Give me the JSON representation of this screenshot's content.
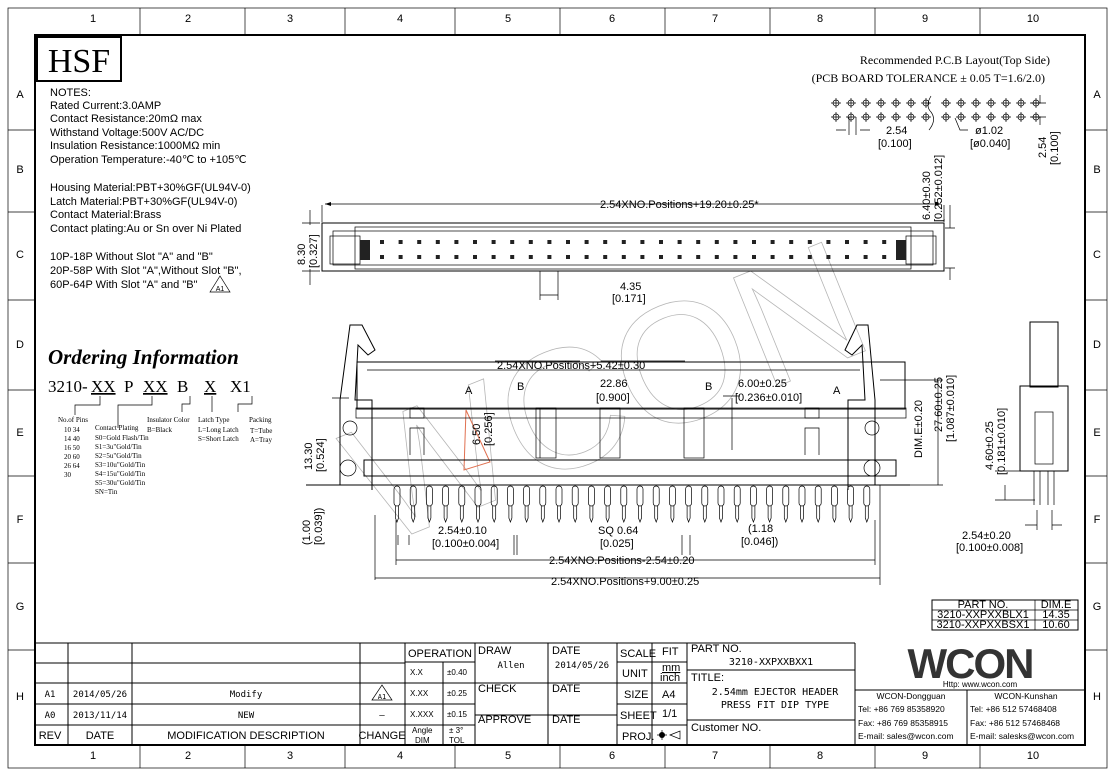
{
  "frame": {
    "columns": [
      "1",
      "2",
      "3",
      "4",
      "5",
      "6",
      "7",
      "8",
      "9",
      "10"
    ],
    "rows": [
      "A",
      "B",
      "C",
      "D",
      "E",
      "F",
      "G",
      "H"
    ]
  },
  "logo": "HSF",
  "watermark": "WCON",
  "notes": {
    "title": "NOTES:",
    "lines": [
      "Rated Current:3.0AMP",
      "Contact Resistance:20mΩ max",
      "Withstand Voltage:500V AC/DC",
      "Insulation Resistance:1000MΩ min",
      "Operation Temperature:-40℃ to +105℃",
      "Housing Material:PBT+30%GF(UL94V-0)",
      "Latch Material:PBT+30%GF(UL94V-0)",
      "Contact Material:Brass",
      "Contact plating:Au or Sn over Ni Plated",
      "10P-18P Without Slot \"A\" and \"B\"",
      "20P-58P With Slot \"A\",Without Slot \"B\",",
      "60P-64P With Slot \"A\" and \"B\""
    ],
    "revision_mark": "A1"
  },
  "ordering": {
    "title": "Ordering Information",
    "code": [
      "3210-",
      "XX",
      "P",
      "XX",
      "B",
      "X",
      "X1"
    ],
    "pins_label": "No.of Pins",
    "pins": [
      "10  34",
      "14  40",
      "16  50",
      "20  60",
      "26  64",
      "30"
    ],
    "plating_label": "Contact Plating",
    "plating": [
      "S0=Gold Flash/Tin",
      "S1=3u\"Gold/Tin",
      "S2=5u\"Gold/Tin",
      "S3=10u\"Gold/Tin",
      "S4=15u\"Gold/Tin",
      "S5=30u\"Gold/Tin",
      "SN=Tin"
    ],
    "color_label": "Insulator Color",
    "color": [
      "B=Black"
    ],
    "latch_label": "Latch Type",
    "latch": [
      "L=Long Latch",
      "S=Short Latch"
    ],
    "packing_label": "Packing",
    "packing": [
      "T=Tube",
      "A=Tray"
    ]
  },
  "pcb": {
    "title": "Recommended P.C.B Layout(Top Side)",
    "tolerance": "(PCB BOARD TOLERANCE ± 0.05  T=1.6/2.0)",
    "pitch": "2.54",
    "pitch_in": "[0.100]",
    "hole": "ø1.02",
    "hole_in": "[ø0.040]",
    "row": "2.54",
    "row_in": "[0.100]"
  },
  "dims": {
    "top_len": "2.54XNO.Positions+19.20±0.25*",
    "top_h": "8.30",
    "top_h_in": "[0.327]",
    "top_w": "6.40±0.30",
    "top_w_in": "[0.252±0.012]",
    "key": "4.35",
    "key_in": "[0.171]",
    "inner_len": "2.54XNO.Positions+5.42±0.30",
    "slot_a": "A",
    "slot_b": "B",
    "slot_sp": "22.86",
    "slot_sp_in": "[0.900]",
    "slot_h": "6.00±0.25",
    "slot_h_in": "[0.236±0.010]",
    "slot_d": "6.50",
    "slot_d_in": "[0.256]",
    "body_h": "13.30",
    "body_h_in": "[0.524]",
    "dim_e": "DIM.E±0.20",
    "total_h": "27.60±0.25",
    "total_h_in": "[1.087±0.010]",
    "tail": "(1.00",
    "tail_in": "[0.039])",
    "pin_pitch": "2.54±0.10",
    "pin_pitch_in": "[0.100±0.004]",
    "sq": "SQ 0.64",
    "sq_in": "[0.025]",
    "pf": "(1.18",
    "pf_in": "[0.046])",
    "pin_span": "2.54XNO.Positions-2.54±0.20",
    "mount_span": "2.54XNO.Positions+9.00±0.25",
    "side_h": "4.60±0.25",
    "side_h_in": "[0.181±0.010]",
    "row_sp": "2.54±0.20",
    "row_sp_in": "[0.100±0.008]"
  },
  "dim_table": {
    "headers": [
      "PART NO.",
      "DIM.E"
    ],
    "rows": [
      [
        "3210-XXPXXBLX1",
        "14.35"
      ],
      [
        "3210-XXPXXBSX1",
        "10.60"
      ]
    ]
  },
  "revisions": {
    "headers": [
      "REV",
      "DATE",
      "MODIFICATION DESCRIPTION",
      "CHANGE"
    ],
    "rows": [
      {
        "rev": "A1",
        "date": "2014/05/26",
        "desc": "Modify",
        "change": "A1"
      },
      {
        "rev": "A0",
        "date": "2013/11/14",
        "desc": "NEW",
        "change": "—"
      }
    ]
  },
  "title_block": {
    "operation": "OPERATION",
    "tol": [
      [
        "X.X",
        "±0.40"
      ],
      [
        "X.XX",
        "±0.25"
      ],
      [
        "X.XXX",
        "±0.15"
      ],
      [
        "Angle",
        "± 3°"
      ]
    ],
    "dim": "DIM",
    "tol_label": "TOL",
    "draw": "DRAW",
    "drawer": "Allen",
    "date": "DATE",
    "draw_date": "2014/05/26",
    "check": "CHECK",
    "approve": "APPROVE",
    "scale": "SCALE",
    "scale_val": "FIT",
    "unit": "UNIT",
    "unit_mm": "mm",
    "unit_inch": "inch",
    "size": "SIZE",
    "size_val": "A4",
    "sheet": "SHEET",
    "sheet_val": "1/1",
    "proj": "PROJ.",
    "part_label": "PART NO.",
    "part_no": "3210-XXPXXBXX1",
    "title_label": "TITLE:",
    "title_1": "2.54mm EJECTOR HEADER",
    "title_2": "PRESS FIT DIP TYPE",
    "customer": "Customer NO."
  },
  "company": {
    "logo": "WCON",
    "url": "Http: www.wcon.com",
    "offices": [
      {
        "name": "WCON-Dongguan",
        "tel": "Tel: +86 769 85358920",
        "fax": "Fax: +86 769 85358915",
        "email": "E-mail: sales@wcon.com"
      },
      {
        "name": "WCON-Kunshan",
        "tel": "Tel: +86 512 57468408",
        "fax": "Fax: +86 512 57468468",
        "email": "E-mail: salesks@wcon.com"
      }
    ]
  }
}
